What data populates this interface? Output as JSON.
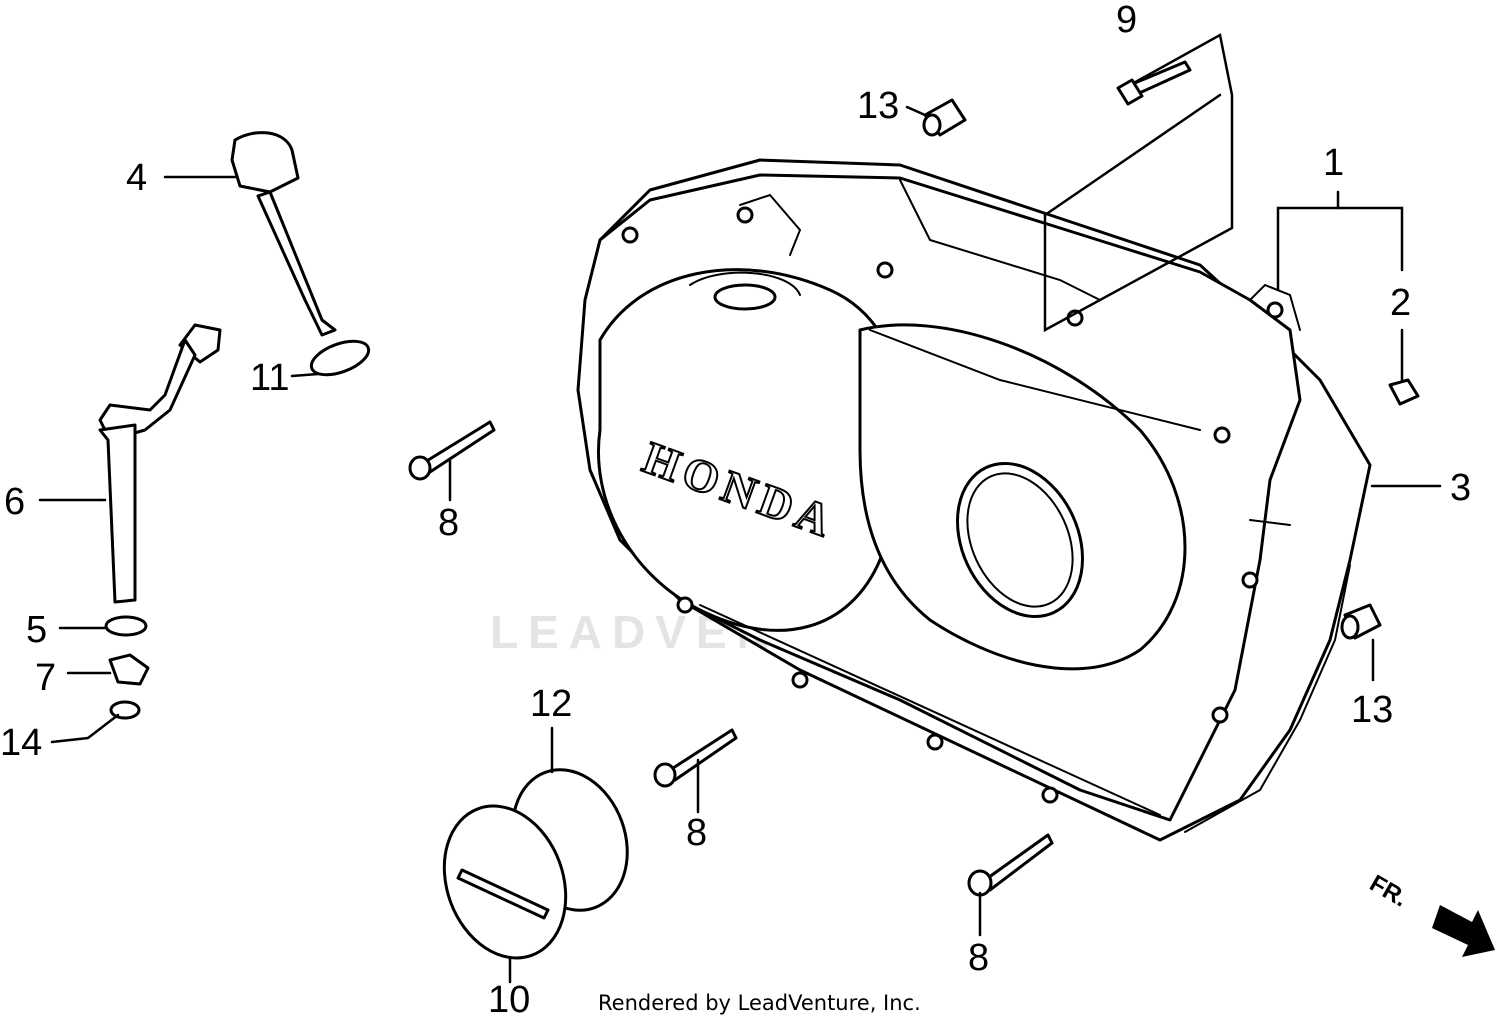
{
  "diagram": {
    "callouts": {
      "c1": "1",
      "c2": "2",
      "c3": "3",
      "c4": "4",
      "c5": "5",
      "c6": "6",
      "c7": "7",
      "c8a": "8",
      "c8b": "8",
      "c8c": "8",
      "c9": "9",
      "c10": "10",
      "c11": "11",
      "c12": "12",
      "c13a": "13",
      "c13b": "13",
      "c14": "14"
    },
    "cover_brand": "HONDA",
    "direction_label": "FR.",
    "watermark": "LEADVENTURE",
    "credit": "Rendered by LeadVenture, Inc."
  }
}
